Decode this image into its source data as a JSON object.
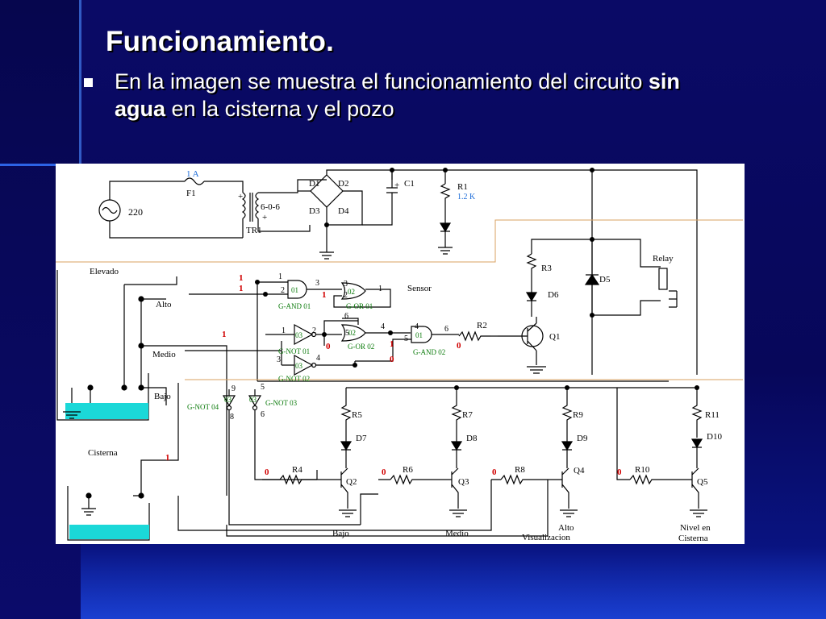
{
  "slide": {
    "title": "Funcionamiento.",
    "bullet": {
      "part1": "En la imagen se muestra el funcionamiento del circuito ",
      "bold1": "sin agua",
      "part2": " en la cisterna y el pozo"
    }
  },
  "diagram": {
    "colors": {
      "wire": "#000000",
      "gate": "#0a7a0a",
      "logic": "#d00000",
      "blue_label": "#1a6ad8",
      "water": "#1bd8d8",
      "orange": "#d8a060"
    },
    "power": {
      "source": "220",
      "fuse": "F1",
      "fuse_rating": "1 A",
      "transformer": "TR1",
      "tap": "6-0-6",
      "d1": "D1",
      "d2": "D2",
      "d3": "D3",
      "d4": "D4",
      "capacitor": "C1",
      "resistor": "R1",
      "resistor_value": "1.2 K"
    },
    "tanks": {
      "upper": "Elevado",
      "lower": "Cisterna",
      "alto": "Alto",
      "medio": "Medio",
      "bajo": "Bajo"
    },
    "gates": {
      "and1": "G-AND 01",
      "and1_id": "01",
      "or1": "G-OR 01",
      "or1_id": "02",
      "or2": "G-OR 02",
      "or2_id": "02",
      "and2": "G-AND 02",
      "and2_id": "01",
      "not1": "G-NOT 01",
      "not1_id": "03",
      "not2": "G-NOT 02",
      "not2_id": "03",
      "not3": "G-NOT 03",
      "not3_id": "03",
      "not4": "G-NOT 04",
      "not4_id": "03"
    },
    "pins": {
      "p1": "1",
      "p2": "2",
      "p3": "3",
      "p4": "4",
      "p5": "5",
      "p6": "6",
      "p8": "8",
      "p9": "9"
    },
    "logic": {
      "one": "1",
      "zero": "0"
    },
    "labels": {
      "sensor": "Sensor",
      "relay": "Relay",
      "visualizacion": "Visualizacion",
      "bajo": "Bajo",
      "medio": "Medio",
      "alto": "Alto",
      "nivel1": "Nivel en",
      "nivel2": "Cisterna"
    },
    "components": {
      "r2": "R2",
      "r3": "R3",
      "r4": "R4",
      "r5": "R5",
      "r6": "R6",
      "r7": "R7",
      "r8": "R8",
      "r9": "R9",
      "r10": "R10",
      "r11": "R11",
      "d5": "D5",
      "d6": "D6",
      "d7": "D7",
      "d8": "D8",
      "d9": "D9",
      "d10": "D10",
      "q1": "Q1",
      "q2": "Q2",
      "q3": "Q3",
      "q4": "Q4",
      "q5": "Q5",
      "plus": "+"
    }
  }
}
